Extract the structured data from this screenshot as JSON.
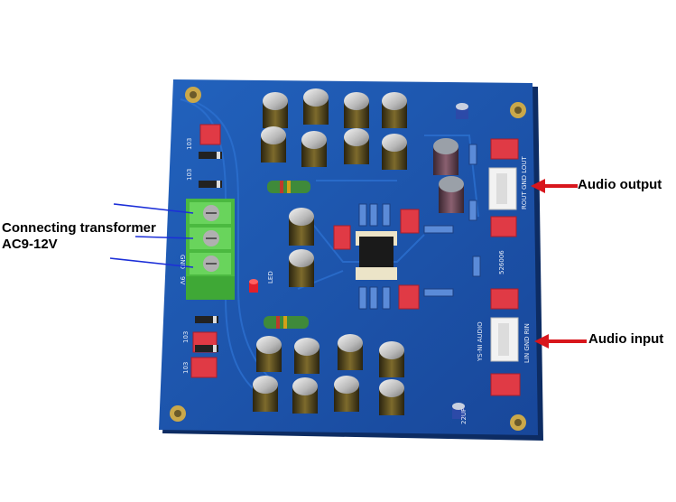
{
  "callouts": {
    "transformer_line1": "Connecting transformer",
    "transformer_line2": "AC9-12V",
    "audio_output": "Audio output",
    "audio_input": "Audio input"
  },
  "silkscreen": {
    "out_connector": "ROUT GND LOUT",
    "in_connector": "LIN GND RIN",
    "board_name": "YS-NI AUDIO",
    "led": "LED",
    "cap_label": "22UF",
    "date_code": "526006",
    "diode_top1": "103",
    "diode_top2": "103",
    "diode_bottom1": "103",
    "diode_bottom2": "103",
    "terminal_1": "GND",
    "terminal_2": "9V"
  },
  "colors": {
    "pcb": "#1f58b0",
    "arrow_red": "#d8161c",
    "arrow_blue": "#1c2fd8",
    "terminal_green": "#55d04a"
  }
}
